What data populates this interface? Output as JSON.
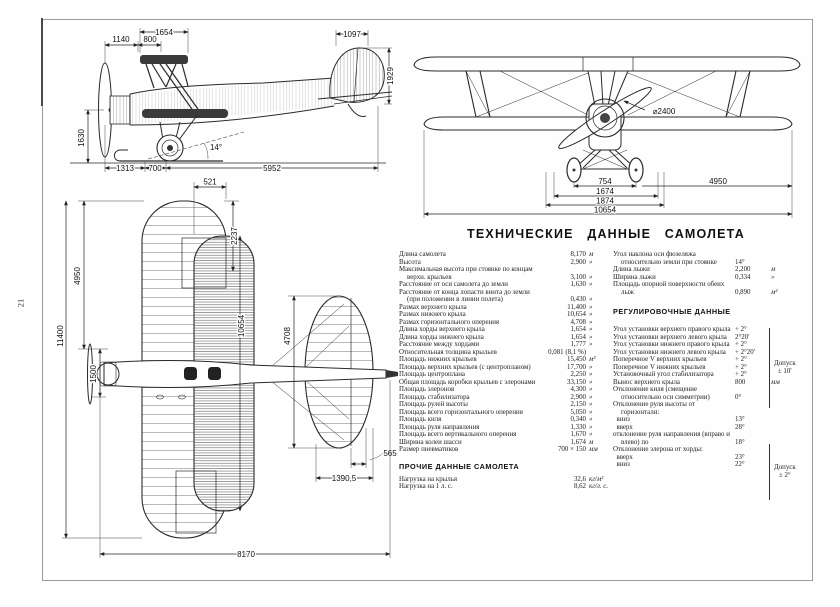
{
  "page": {
    "number": "21"
  },
  "title": "ТЕХНИЧЕСКИЕ ДАННЫЕ САМОЛЕТА",
  "dims": {
    "side": {
      "front_top1": "1140",
      "front_top2": "800",
      "chord_top": "1654",
      "fin_chord": "1097",
      "tail_height": "1929",
      "prop_axis_height": "1630",
      "bottom1": "1313",
      "bottom2": "700",
      "bottom3": "5952",
      "ski_angle": "14°"
    },
    "front": {
      "prop_diameter": "⌀2400",
      "wheel_track": "754",
      "ski_track": "1674",
      "outer_track": "1874",
      "span_lower": "10654",
      "half_span": "4950"
    },
    "top": {
      "stagger": "521",
      "tip_offset": "2237",
      "half_panel": "4950",
      "span_upper": "11400",
      "center_section": "1500",
      "span_lower": "10654",
      "stab_span": "4708",
      "rudder_offset": "565",
      "stab_chord": "1390,5",
      "fuselage_length": "8170"
    }
  },
  "specs": {
    "left": [
      {
        "l": "Длина самолета",
        "v": "8,170",
        "u": "м"
      },
      {
        "l": "Высота",
        "v": "2,900",
        "u": "»"
      },
      {
        "l": "Максимальная высота при стоянке по концам верхн. крыльев",
        "v": "3,100",
        "u": "»"
      },
      {
        "l": "Расстояние от оси самолета до земли",
        "v": "1,630",
        "u": "»"
      },
      {
        "l": "Расстояние от конца лопасти винта до земли (при положении в линии полета)",
        "v": "0,430",
        "u": "»"
      },
      {
        "l": "Размах верхнего крыла",
        "v": "11,400",
        "u": "»"
      },
      {
        "l": "Размах нижнего крыла",
        "v": "10,654",
        "u": "»"
      },
      {
        "l": "Размах горизонтального оперения",
        "v": "4,708",
        "u": "»"
      },
      {
        "l": "Длина хорды верхнего крыла",
        "v": "1,654",
        "u": "»"
      },
      {
        "l": "Длина хорды нижнего крыла",
        "v": "1,654",
        "u": "»"
      },
      {
        "l": "Расстояние между хордами",
        "v": "1,777",
        "u": "»"
      },
      {
        "l": "Относительная толщина крыльев",
        "v": "0,081 (8,1 %)",
        "u": ""
      },
      {
        "l": "Площадь нижних крыльев",
        "v": "15,450",
        "u": "м²"
      },
      {
        "l": "Площадь верхних крыльев (с центропланом)",
        "v": "17,700",
        "u": "»"
      },
      {
        "l": "Площадь центроплана",
        "v": "2,250",
        "u": "»"
      },
      {
        "l": "Общая площадь коробки крыльев с элеронами",
        "v": "33,150",
        "u": "»"
      },
      {
        "l": "Площадь элеронов",
        "v": "4,300",
        "u": "»"
      },
      {
        "l": "Площадь стабилизатора",
        "v": "2,900",
        "u": "»"
      },
      {
        "l": "Площадь рулей высоты",
        "v": "2,150",
        "u": "»"
      },
      {
        "l": "Площадь всего горизонтального оперения",
        "v": "5,050",
        "u": "»"
      },
      {
        "l": "Площадь киля",
        "v": "0,340",
        "u": "»"
      },
      {
        "l": "Площадь руля направления",
        "v": "1,330",
        "u": "»"
      },
      {
        "l": "Площадь всего вертикального оперения",
        "v": "1,670",
        "u": "»"
      },
      {
        "l": "Ширина колеи шасси",
        "v": "1,674",
        "u": "м"
      },
      {
        "l": "Размер пневматиков",
        "v": "700 × 150",
        "u": "мм"
      }
    ],
    "other_header": "ПРОЧИЕ ДАННЫЕ САМОЛЕТА",
    "other": [
      {
        "l": "Нагрузка на крылья",
        "v": "32,6",
        "u": "кг/м²"
      },
      {
        "l": "Нагрузка на 1 л. с.",
        "v": "8,62",
        "u": "кг/л. с."
      }
    ],
    "right_general": [
      {
        "l": "Угол наклона оси фюзеляжа относительно земли при стоянке",
        "v": "14°",
        "u": ""
      },
      {
        "l": "Длина лыжи",
        "v": "2,200",
        "u": "м"
      },
      {
        "l": "Ширина лыжи",
        "v": "0,334",
        "u": "»"
      },
      {
        "l": "Площадь опорной поверхности обеих лыж",
        "v": "0,890",
        "u": "м²"
      }
    ],
    "reg_header": "РЕГУЛИРОВОЧНЫЕ ДАННЫЕ",
    "reg": [
      {
        "l": "Угол установки верхнего правого крыла",
        "v": "+ 2°",
        "u": ""
      },
      {
        "l": "Угол установки верхнего левого крыла",
        "v": "2°20′",
        "u": ""
      },
      {
        "l": "Угол установки нижнего правого крыла",
        "v": "+ 2°",
        "u": ""
      },
      {
        "l": "Угол установки нижнего левого крыла",
        "v": "+ 2°20′",
        "u": ""
      },
      {
        "l": "Поперечное V верхних крыльев",
        "v": "+ 2°",
        "u": ""
      },
      {
        "l": "Поперечное V нижних крыльев",
        "v": "+ 2°",
        "u": ""
      },
      {
        "l": "Установочный угол стабилизатора",
        "v": "+ 2°",
        "u": ""
      },
      {
        "l": "Вынос верхнего крыла",
        "v": "800",
        "u": "мм"
      },
      {
        "l": "Отклонение киля (смещение относительно оси симметрии)",
        "v": "0°",
        "u": ""
      },
      {
        "l": "Отклонение руля высоты от горизонтали:",
        "v": "",
        "u": ""
      },
      {
        "l": "  вниз",
        "v": "13°",
        "u": ""
      },
      {
        "l": "  вверх",
        "v": "28°",
        "u": ""
      },
      {
        "l": "отклонение руля направления (вправо и влево) по",
        "v": "18°",
        "u": ""
      },
      {
        "l": "Отклонение элерона от хорды:",
        "v": "",
        "u": ""
      },
      {
        "l": "  вверх",
        "v": "23°",
        "u": ""
      },
      {
        "l": "  вниз",
        "v": "22°",
        "u": ""
      }
    ],
    "tolerance1": {
      "line1": "Допуск",
      "line2": "± 10′"
    },
    "tolerance2": {
      "line1": "Допуск",
      "line2": "± 2°"
    }
  }
}
